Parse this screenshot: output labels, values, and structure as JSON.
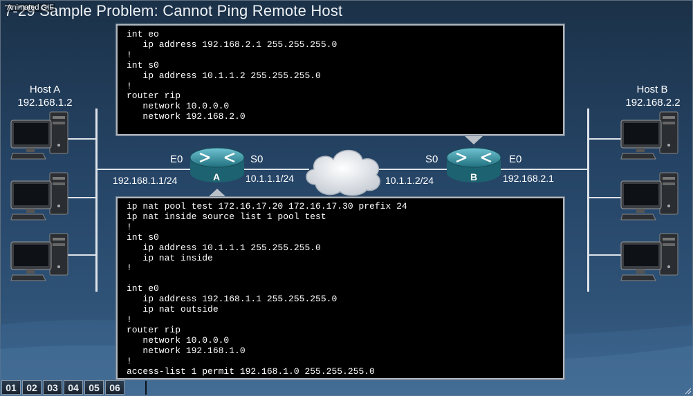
{
  "overlay_label": "Animated GIF",
  "slide_title": "7-29  Sample Problem: Cannot Ping Remote Host",
  "host_a": {
    "name": "Host A",
    "ip": "192.168.1.2"
  },
  "host_b": {
    "name": "Host B",
    "ip": "192.168.2.2"
  },
  "router_a": {
    "letter": "A",
    "e0_label": "E0",
    "s0_label": "S0",
    "e0_ip": "192.168.1.1/24",
    "s0_ip": "10.1.1.1/24"
  },
  "router_b": {
    "letter": "B",
    "s0_label": "S0",
    "e0_label": "E0",
    "s0_ip": "10.1.1.2/24",
    "e0_ip": "192.168.2.1"
  },
  "config_b": [
    "int eo",
    "   ip address 192.168.2.1 255.255.255.0",
    "!",
    "int s0",
    "   ip address 10.1.1.2 255.255.255.0",
    "!",
    "router rip",
    "   network 10.0.0.0",
    "   network 192.168.2.0"
  ],
  "config_a": [
    "ip nat pool test 172.16.17.20 172.16.17.30 prefix 24",
    "ip nat inside source list 1 pool test",
    "!",
    "int s0",
    "   ip address 10.1.1.1 255.255.255.0",
    "   ip nat inside",
    "!",
    "",
    "int e0",
    "   ip address 192.168.1.1 255.255.255.0",
    "   ip nat outside",
    "!",
    "router rip",
    "   network 10.0.0.0",
    "   network 192.168.1.0",
    "!",
    "access-list 1 permit 192.168.1.0 255.255.255.0"
  ],
  "tabs": [
    "01",
    "02",
    "03",
    "04",
    "05",
    "06"
  ],
  "colors": {
    "router": "#2f8da0",
    "cloud": "#e6e9ed",
    "console_bg": "#000000"
  },
  "icons": [
    "router-icon",
    "cloud-icon",
    "desktop-computer-icon",
    "resize-grip-icon"
  ]
}
